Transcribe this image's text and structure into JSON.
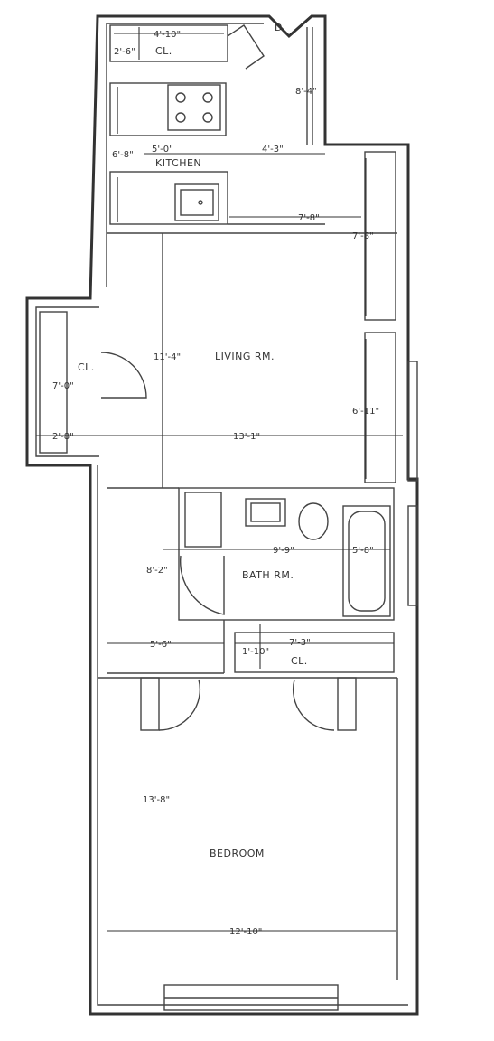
{
  "rooms": {
    "kitchen": "KITCHEN",
    "living": "LIVING RM.",
    "bath": "BATH RM.",
    "bedroom": "BEDROOM",
    "closet_top": "CL.",
    "closet_left": "CL.",
    "closet_bed": "CL."
  },
  "door_mark": "D",
  "dimensions": {
    "top_cl_width": "4'-10\"",
    "top_cl_depth": "2'-6\"",
    "entry_depth": "8'-4\"",
    "kitchen_width": "5'-0\"",
    "kitchen_depth": "6'-8\"",
    "entry_width": "4'-3\"",
    "living_upper_width": "7'-8\"",
    "living_upper_depth": "7'-8\"",
    "living_left_depth": "11'-4\"",
    "left_cl_depth": "7'-0\"",
    "left_cl_width": "2'-8\"",
    "living_width": "13'-1\"",
    "living_right_depth": "6'-11\"",
    "bath_width": "9'-9\"",
    "tub_width": "5'-8\"",
    "hall_depth": "8'-2\"",
    "hall_width": "5'-6\"",
    "bed_cl_depth": "1'-10\"",
    "bed_cl_width": "7'-3\"",
    "bedroom_depth": "13'-8\"",
    "bedroom_width": "12'-10\""
  }
}
